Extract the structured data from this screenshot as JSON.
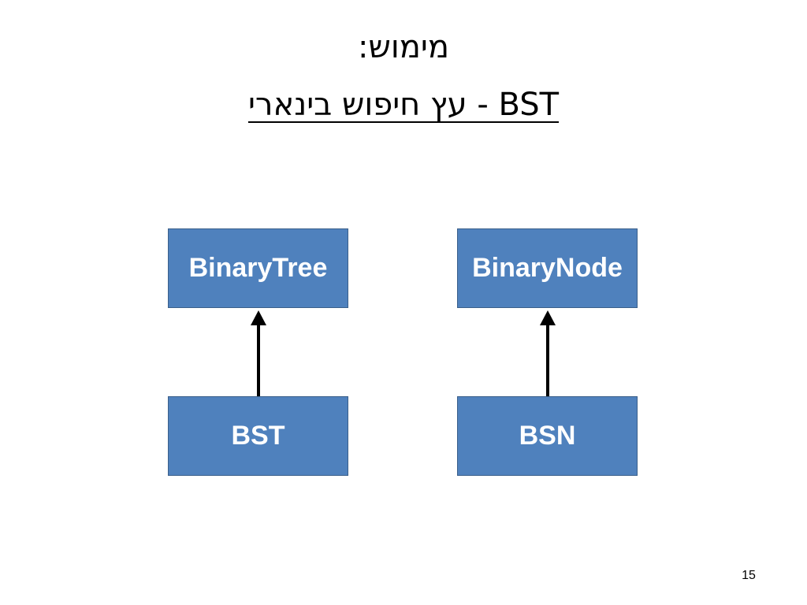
{
  "slide": {
    "title_line1": "מימוש:",
    "title_line2": "BST - עץ חיפוש בינארי",
    "page_number": "15"
  },
  "diagram": {
    "boxes": {
      "binary_tree": "BinaryTree",
      "binary_node": "BinaryNode",
      "bst": "BST",
      "bsn": "BSN"
    },
    "colors": {
      "box_fill": "#4f81bd",
      "box_text": "#ffffff",
      "arrow": "#000000"
    }
  }
}
